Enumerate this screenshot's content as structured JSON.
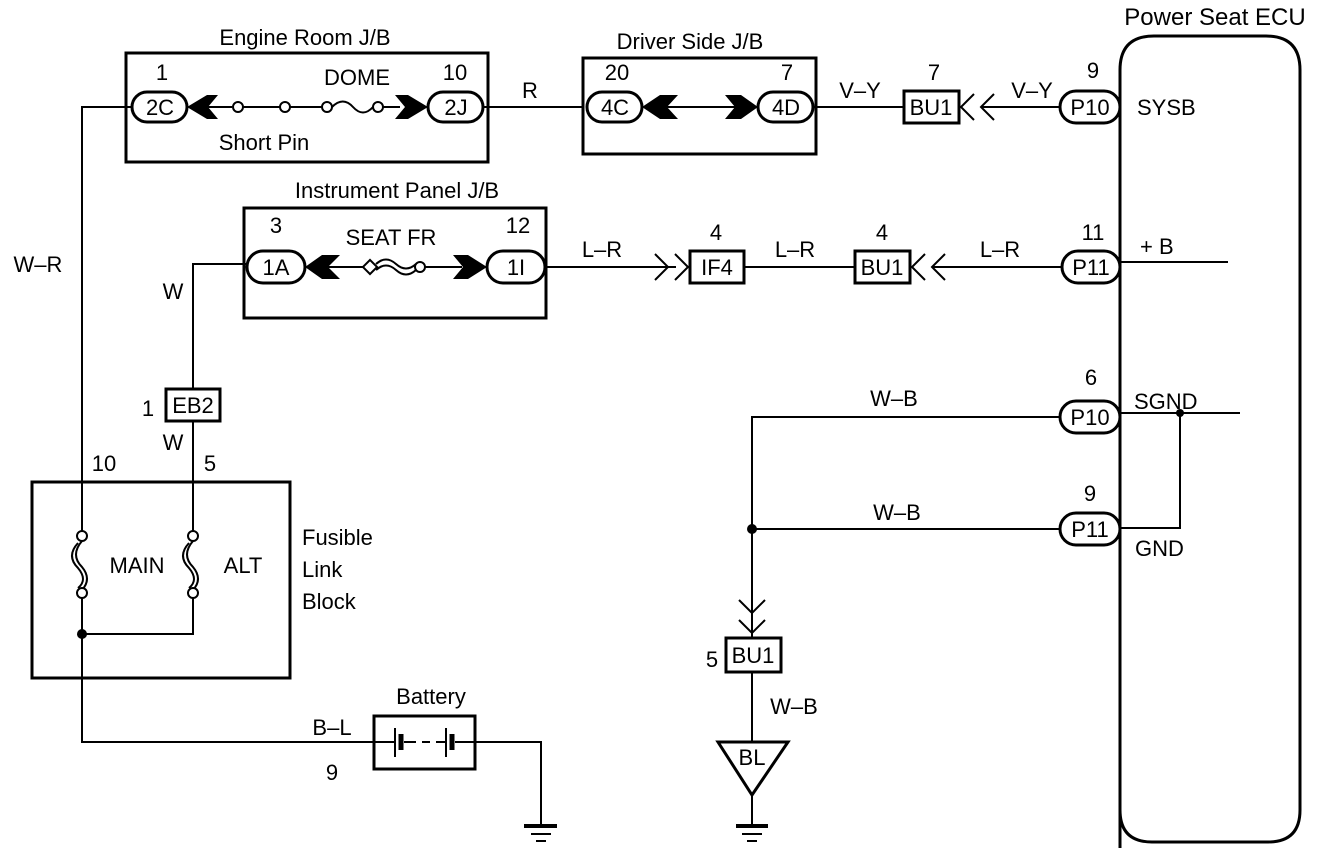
{
  "diagram": {
    "title": "Power Seat ECU",
    "ecu": {
      "label": "Power Seat ECU",
      "terminals": [
        {
          "pin": "9",
          "connector": "P10",
          "name": "SYSB"
        },
        {
          "pin": "11",
          "connector": "P11",
          "name": "+ B"
        },
        {
          "pin": "6",
          "connector": "P10",
          "name": "SGND"
        },
        {
          "pin": "9",
          "connector": "P11",
          "name": "GND"
        }
      ]
    },
    "engine_room_jb": {
      "label": "Engine Room J/B",
      "left_pin": "1",
      "left_connector": "2C",
      "right_pin": "10",
      "right_connector": "2J",
      "fuse_label": "DOME",
      "short_pin_label": "Short Pin"
    },
    "driver_side_jb": {
      "label": "Driver Side J/B",
      "left_pin": "20",
      "left_connector": "4C",
      "right_pin": "7",
      "right_connector": "4D"
    },
    "instrument_panel_jb": {
      "label": "Instrument Panel J/B",
      "left_pin": "3",
      "left_connector": "1A",
      "right_pin": "12",
      "right_connector": "1I",
      "fuse_label": "SEAT FR"
    },
    "connectors": {
      "bu1_top": {
        "pin": "7",
        "label": "BU1"
      },
      "if4": {
        "pin": "4",
        "label": "IF4"
      },
      "bu1_mid": {
        "pin": "4",
        "label": "BU1"
      },
      "eb2": {
        "pin": "1",
        "label": "EB2"
      },
      "bu1_bottom": {
        "pin": "5",
        "label": "BU1"
      }
    },
    "wires": {
      "r": "R",
      "vy_1": "V–Y",
      "vy_2": "V–Y",
      "lr_1": "L–R",
      "lr_2": "L–R",
      "lr_3": "L–R",
      "wr": "W–R",
      "w_1": "W",
      "w_2": "W",
      "wb_1": "W–B",
      "wb_2": "W–B",
      "wb_3": "W–B",
      "bl": "B–L"
    },
    "fusible_link_block": {
      "label_line1": "Fusible",
      "label_line2": "Link",
      "label_line3": "Block",
      "pin_main": "10",
      "pin_alt": "5",
      "main_label": "MAIN",
      "alt_label": "ALT"
    },
    "battery": {
      "label": "Battery",
      "pin": "9"
    },
    "ground_point": {
      "label": "BL"
    }
  }
}
